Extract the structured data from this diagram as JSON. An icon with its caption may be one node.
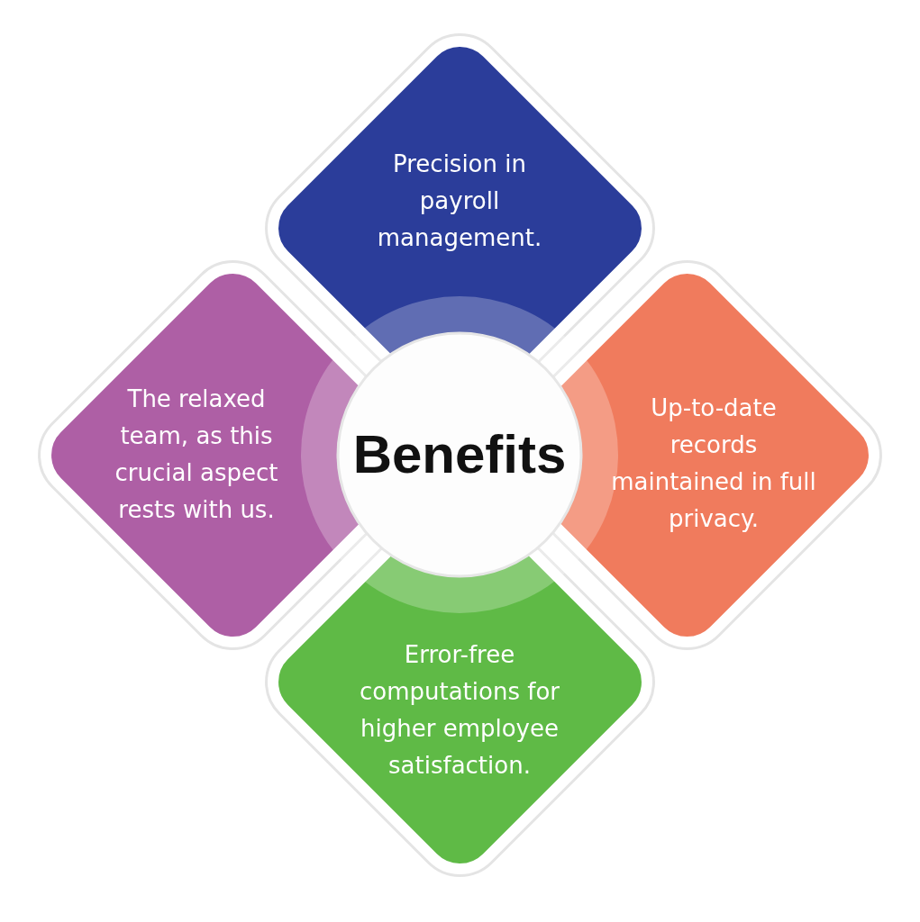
{
  "diagram": {
    "nodes": [
      {
        "text": [
          "Precision in payroll management."
        ]
      },
      {
        "text": [
          "The relaxed team, as this crucial aspect rests with us."
        ]
      },
      {
        "text": [
          "Benefits"
        ]
      },
      {
        "text": [
          "Up-to-date records maintained in full privacy."
        ]
      },
      {
        "text": [
          "Error-free computations for higher employee satisfaction."
        ]
      }
    ]
  }
}
